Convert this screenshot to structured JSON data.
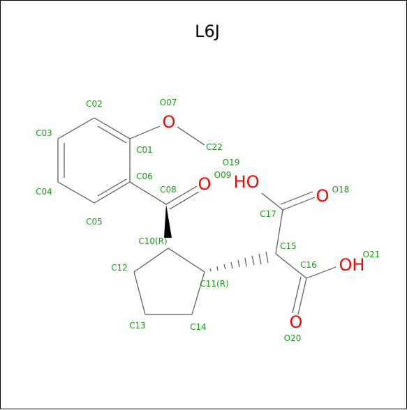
{
  "title": "L6J",
  "colors": {
    "carbon_label": "#1a9a1a",
    "oxygen": "#ff0000",
    "bond": "#555555",
    "title": "#000000"
  },
  "hetero_atoms": [
    {
      "id": "O07",
      "text": "O"
    },
    {
      "id": "O08",
      "text": "O"
    },
    {
      "id": "O19",
      "text": "HO"
    },
    {
      "id": "O18",
      "text": "O"
    },
    {
      "id": "O21",
      "text": "OH"
    },
    {
      "id": "O20",
      "text": "O"
    }
  ],
  "atom_labels": [
    "C02",
    "O07",
    "C03",
    "C01",
    "C22",
    "O19",
    "C06",
    "O09",
    "C04",
    "C08",
    "O18",
    "C17",
    "C05",
    "C10(R)",
    "C15",
    "O21",
    "C16",
    "C12",
    "C11(R)",
    "C13",
    "C14",
    "O20"
  ]
}
